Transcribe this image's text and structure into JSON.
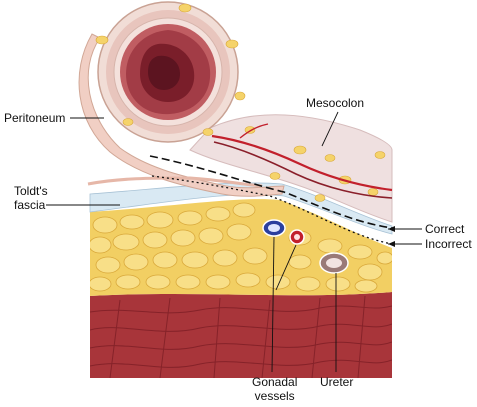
{
  "labels": {
    "peritoneum": "Peritoneum",
    "mesocolon": "Mesocolon",
    "toldts_fascia": [
      "Toldt's",
      "fascia"
    ],
    "correct": "Correct",
    "incorrect": "Incorrect",
    "gonadal_vessels": [
      "Gonadal",
      "vessels"
    ],
    "ureter": "Ureter"
  },
  "colors": {
    "muscle": "#a8353a",
    "fat": "#f2cf63",
    "fascia": "#d9e9f3",
    "mesocolon": "#efe0e0",
    "colon_lumen": "#7a1e2a",
    "gonadal_vein": "#2b3f9e",
    "gonadal_artery": "#c2202c",
    "ureter": "#9a7a78",
    "peritoneum": "#f1cfc4"
  }
}
